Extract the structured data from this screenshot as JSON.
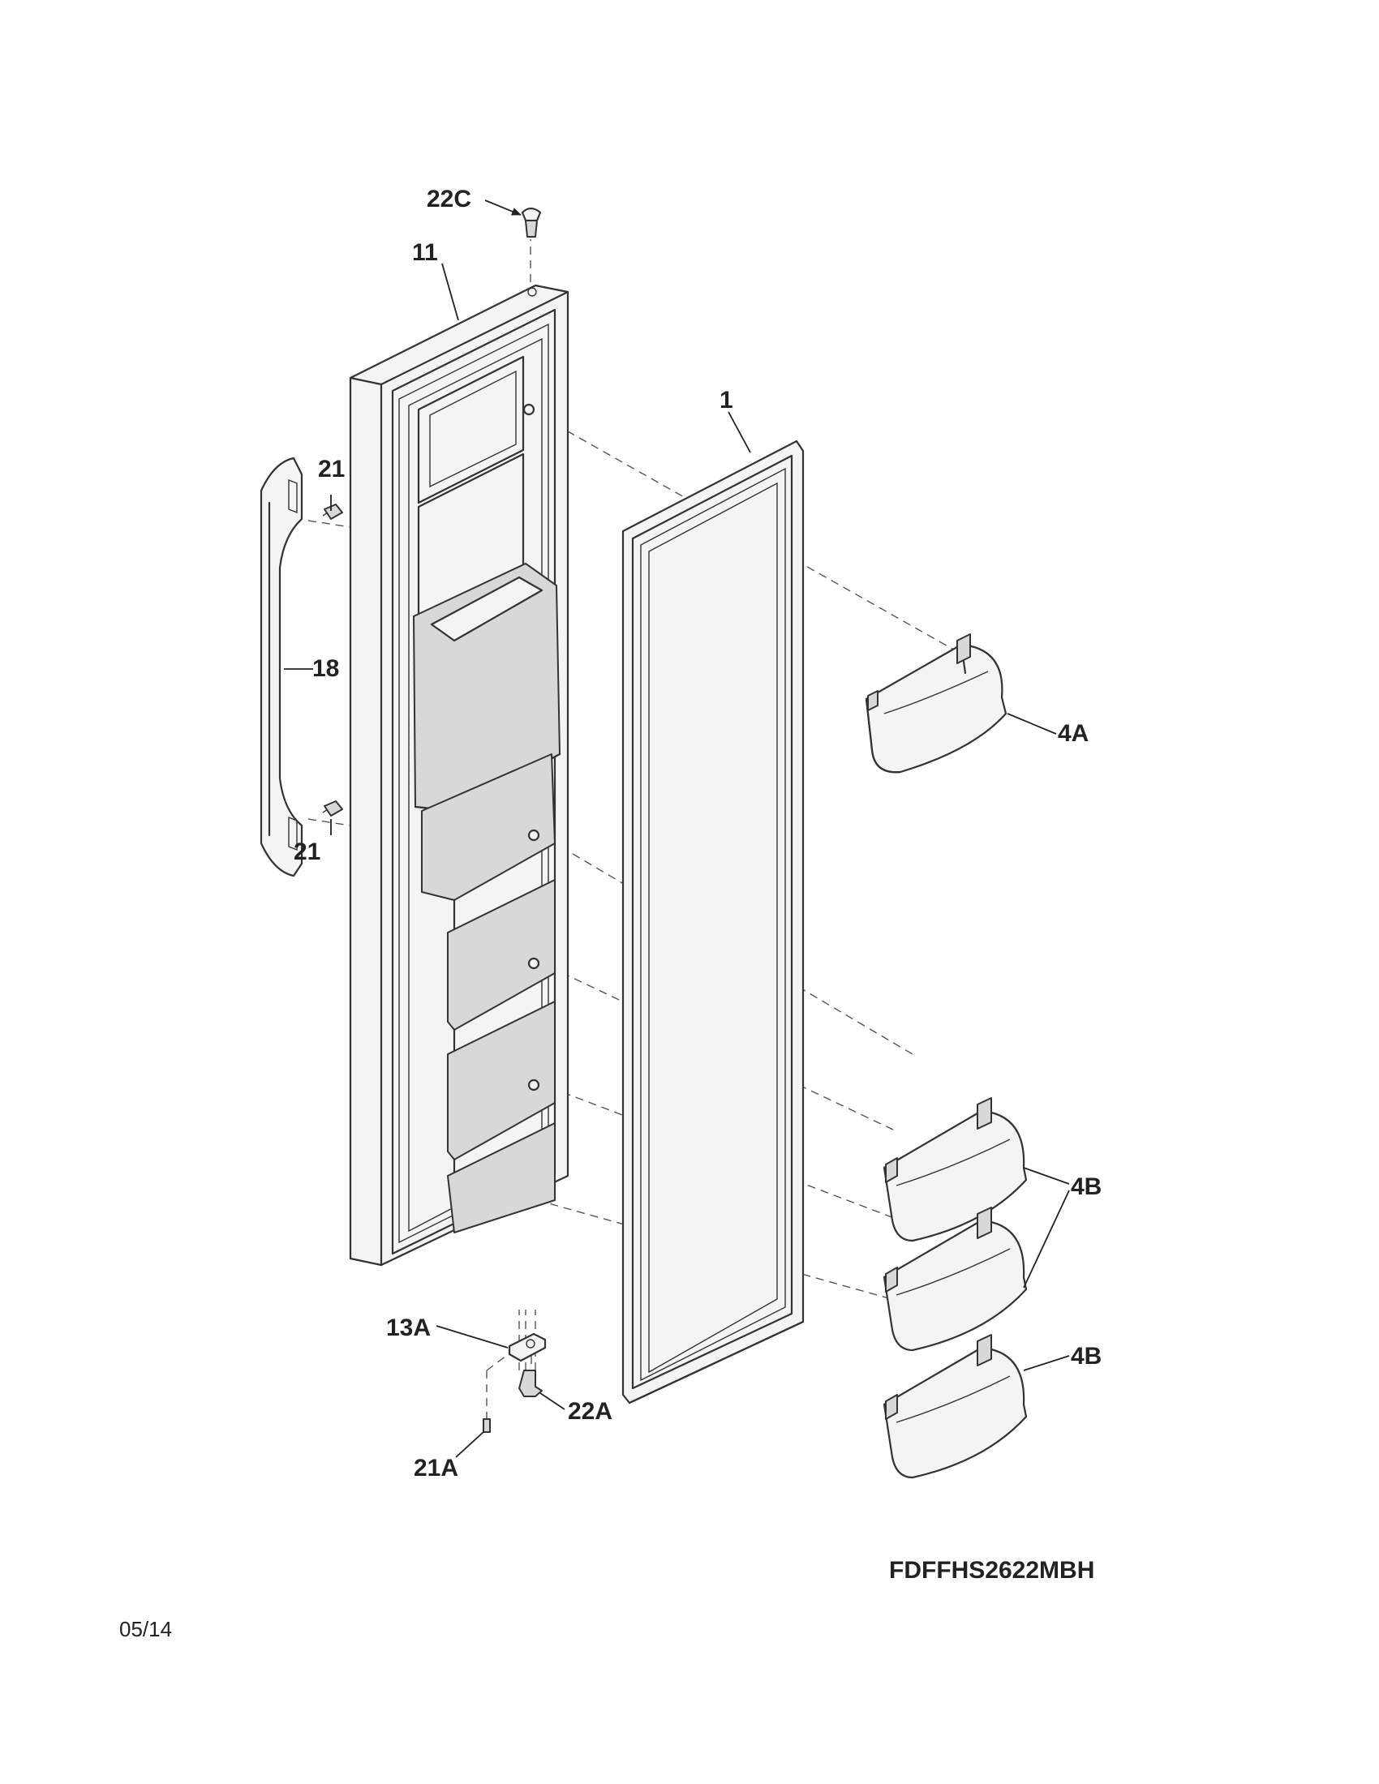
{
  "diagram": {
    "model": "FDFFHS2622MBH",
    "date_code": "05/14",
    "callouts": {
      "c22C": "22C",
      "c11": "11",
      "c1": "1",
      "c21_top": "21",
      "c18": "18",
      "c4A": "4A",
      "c21_bottom": "21",
      "c4B_pair": "4B",
      "c13A": "13A",
      "c4B_single": "4B",
      "c22A": "22A",
      "c21A": "21A"
    }
  }
}
